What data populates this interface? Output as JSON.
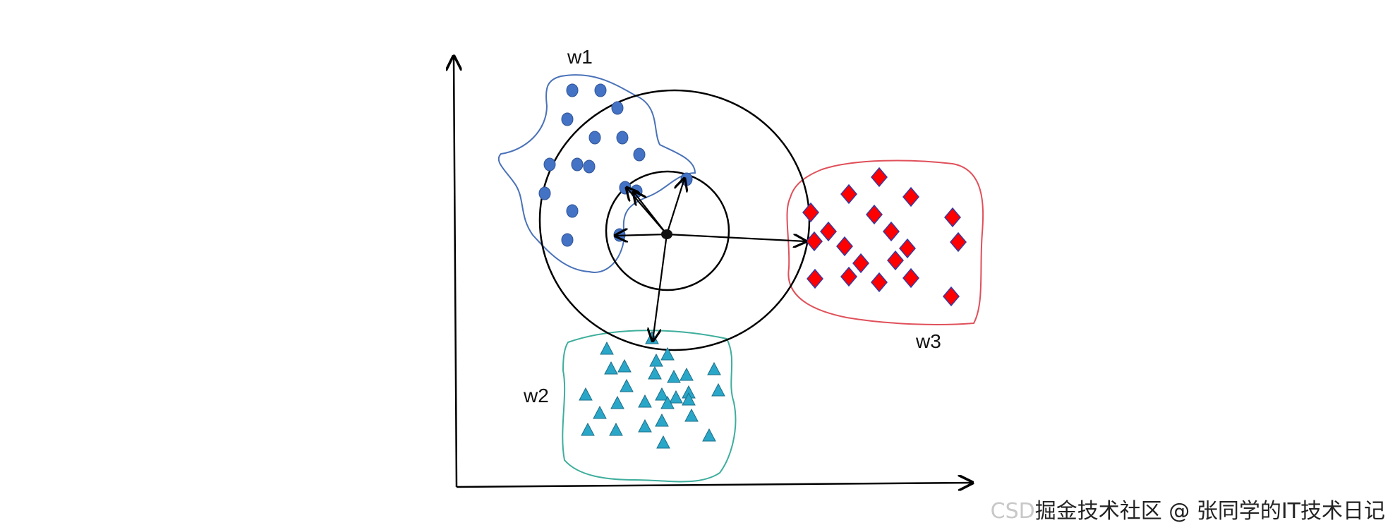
{
  "labels": {
    "w1": "w1",
    "w2": "w2",
    "w3": "w3"
  },
  "watermark": {
    "prefix": "CSD",
    "text": "掘金技术社区 @ 张同学的IT技术日记"
  },
  "colors": {
    "w1_marker": "#4472c4",
    "w1_outline": "#4a72b8",
    "w2_marker": "#2aa7c8",
    "w2_outline": "#3fae9c",
    "w3_marker": "#ff0000",
    "w3_outline": "#e0505a",
    "ink": "#000000"
  },
  "icons": {
    "w1": "circle",
    "w2": "triangle",
    "w3": "diamond"
  }
}
